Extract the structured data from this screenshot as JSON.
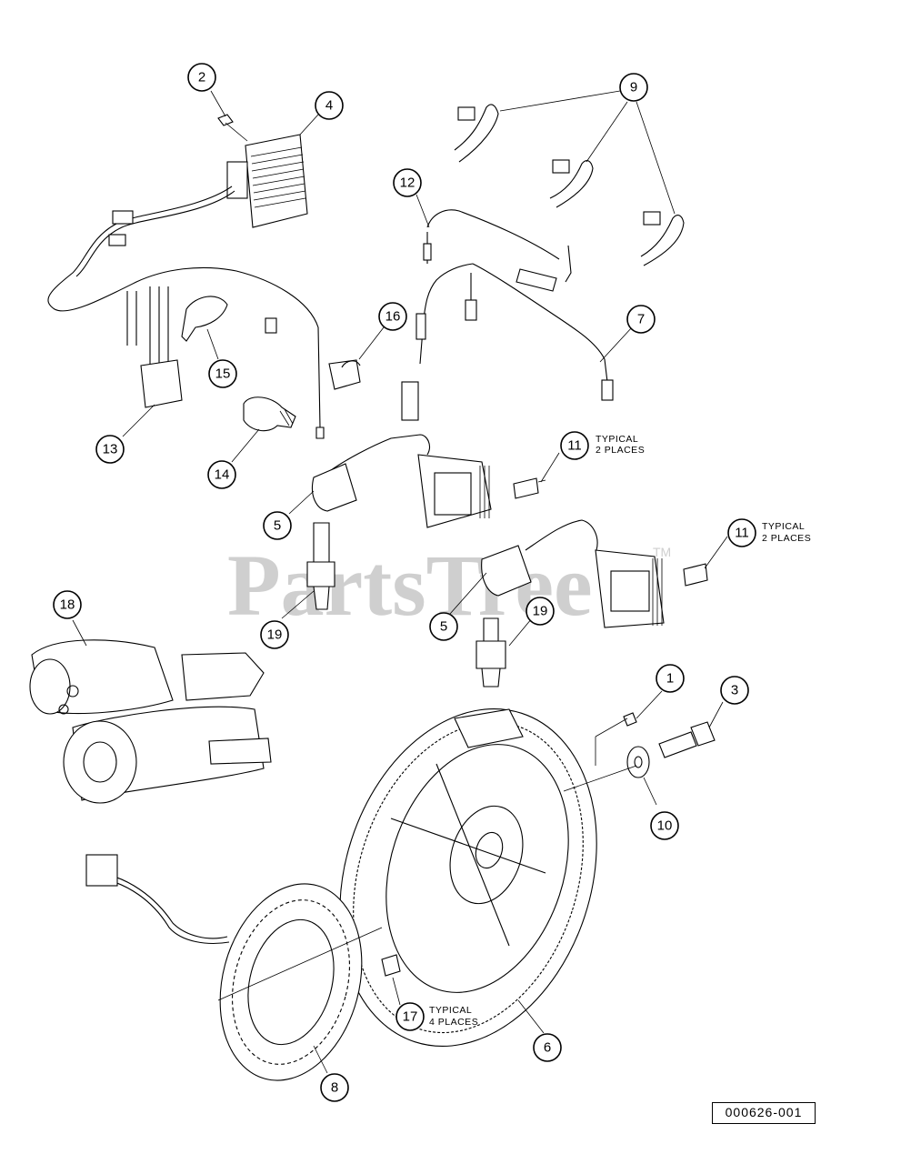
{
  "watermark": "PartsTree",
  "watermark_tm": "TM",
  "reference_code": "000626-001",
  "callouts": [
    "2",
    "4",
    "9",
    "12",
    "16",
    "7",
    "15",
    "13",
    "14",
    "11",
    "11",
    "5",
    "5",
    "19",
    "19",
    "18",
    "1",
    "3",
    "10",
    "6",
    "8",
    "17"
  ],
  "notes": {
    "typical": "TYPICAL",
    "two_places": "2 PLACES",
    "four_places": "4 PLACES"
  }
}
